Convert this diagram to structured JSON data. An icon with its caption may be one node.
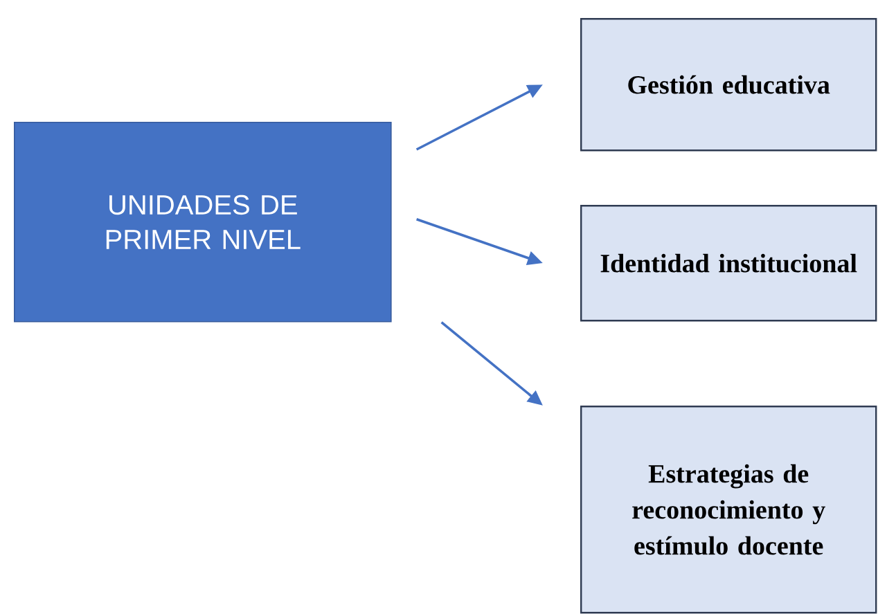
{
  "diagram": {
    "nodes": [
      {
        "text": [
          "UNIDADES DE PRIMER NIVEL"
        ]
      },
      {
        "text": [
          "Gestión educativa"
        ]
      },
      {
        "text": [
          "Identidad institucional"
        ]
      },
      {
        "text": [
          "Estrategias de reconocimiento y estímulo docente"
        ]
      }
    ],
    "edges": [
      {
        "from": 0,
        "to": 1,
        "arrow": "to"
      },
      {
        "from": 0,
        "to": 2,
        "arrow": "to"
      },
      {
        "from": 0,
        "to": 3,
        "arrow": "to"
      }
    ]
  }
}
